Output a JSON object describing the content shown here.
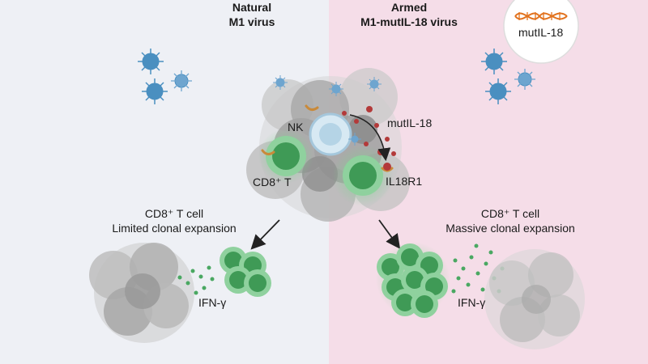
{
  "left_panel": {
    "title_line1": "Natural",
    "title_line2": "M1 virus",
    "caption_line1": "CD8⁺ T cell",
    "caption_line2": "Limited clonal expansion",
    "ifn_label": "IFN-γ"
  },
  "right_panel": {
    "title_line1": "Armed",
    "title_line2": "M1-mutIL-18 virus",
    "gene_badge_label": "mutIL-18",
    "caption_line1": "CD8⁺ T cell",
    "caption_line2": "Massive clonal expansion",
    "ifn_label": "IFN-γ"
  },
  "center": {
    "nk_label": "NK",
    "cd8_label": "CD8⁺ T",
    "mutil18_label": "mutIL-18",
    "receptor_label": "IL18R1"
  },
  "colors": {
    "left_background": "#eef0f5",
    "right_background": "#f5dde8",
    "virus": "#4a8fc0",
    "cd8_t_cell": "#3f9a56",
    "nk_cell": "#a9cfe4",
    "tumor": "#8f8f8f",
    "cytokine": "#b33a3a",
    "dna": "#e2731f"
  }
}
